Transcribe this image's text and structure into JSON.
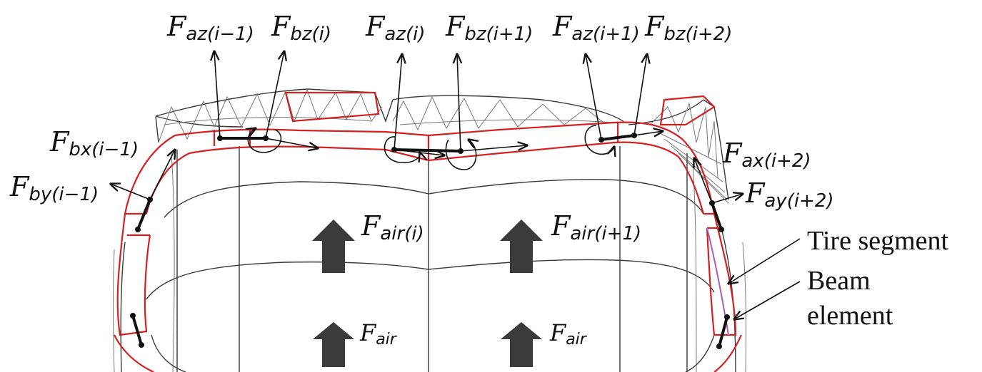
{
  "labels": {
    "f_az_im1": {
      "main": "F",
      "sub": "az(i−1)"
    },
    "f_bz_i": {
      "main": "F",
      "sub": "bz(i)"
    },
    "f_az_i": {
      "main": "F",
      "sub": "az(i)"
    },
    "f_bz_ip1": {
      "main": "F",
      "sub": "bz(i+1)"
    },
    "f_az_ip1": {
      "main": "F",
      "sub": "az(i+1)"
    },
    "f_bz_ip2": {
      "main": "F",
      "sub": "bz(i+2)"
    },
    "f_bx_im1": {
      "main": "F",
      "sub": "bx(i−1)"
    },
    "f_by_im1": {
      "main": "F",
      "sub": "by(i−1)"
    },
    "f_ax_ip2": {
      "main": "F",
      "sub": "ax(i+2)"
    },
    "f_ay_ip2": {
      "main": "F",
      "sub": "ay(i+2)"
    },
    "f_air_i": {
      "main": "F",
      "sub": "air(i)"
    },
    "f_air_ip1": {
      "main": "F",
      "sub": "air(i+1)"
    },
    "f_air_left": {
      "main": "F",
      "sub": "air"
    },
    "f_air_right": {
      "main": "F",
      "sub": "air"
    }
  },
  "annotations": {
    "tire_segment": "Tire segment",
    "beam_line1": "Beam",
    "beam_line2": "element"
  },
  "colors": {
    "segment_outline": "#d42020",
    "mesh": "#3a3a3a",
    "arrow_fill": "#3b3b3b"
  }
}
